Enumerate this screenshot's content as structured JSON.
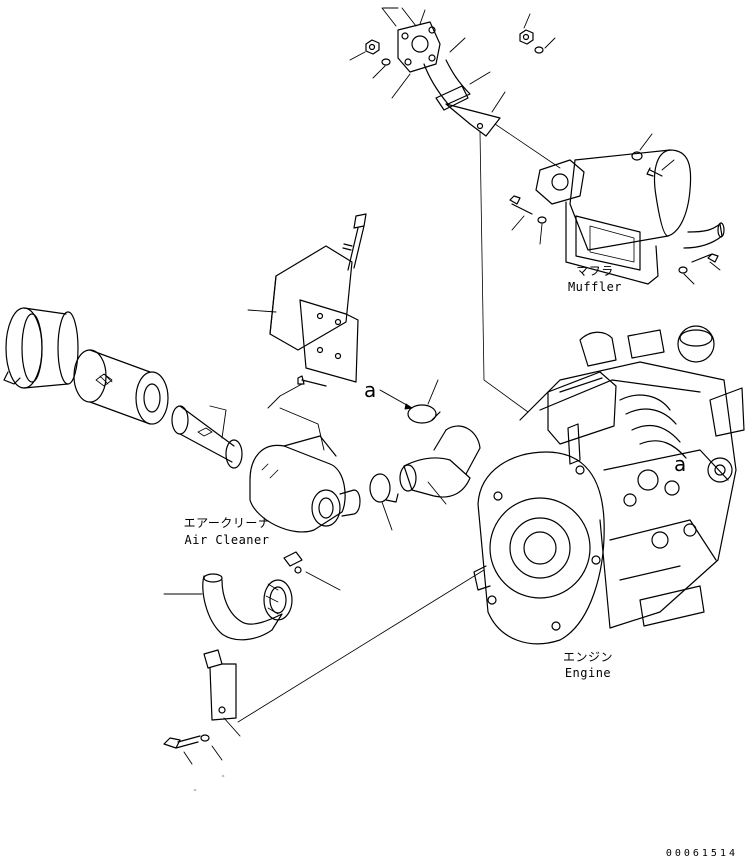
{
  "labels": {
    "muffler_jp": "マフラ",
    "muffler_en": "Muffler",
    "air_cleaner_jp": "エアークリーナ",
    "air_cleaner_en": "Air Cleaner",
    "engine_jp": "エンジン",
    "engine_en": "Engine"
  },
  "reference_marks": {
    "view_a_arrow": "a",
    "view_a_engine": "a"
  },
  "document_number": "00061514"
}
